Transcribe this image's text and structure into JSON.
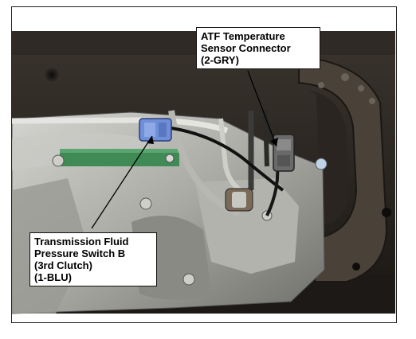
{
  "callouts": {
    "atf_sensor": {
      "lines": [
        "ATF Temperature",
        "Sensor Connector",
        "(2-GRY)"
      ]
    },
    "fluid_pressure_switch": {
      "lines": [
        "Transmission Fluid",
        "Pressure Switch B",
        "(3rd Clutch)",
        "(1-BLU)"
      ]
    }
  },
  "colors": {
    "connector_blue": "#6f8fd8",
    "connector_gray": "#6a6a6a",
    "frame_dark": "#2a2622",
    "housing_light": "#bdbdb8",
    "circuit_green": "#3f8a55"
  }
}
